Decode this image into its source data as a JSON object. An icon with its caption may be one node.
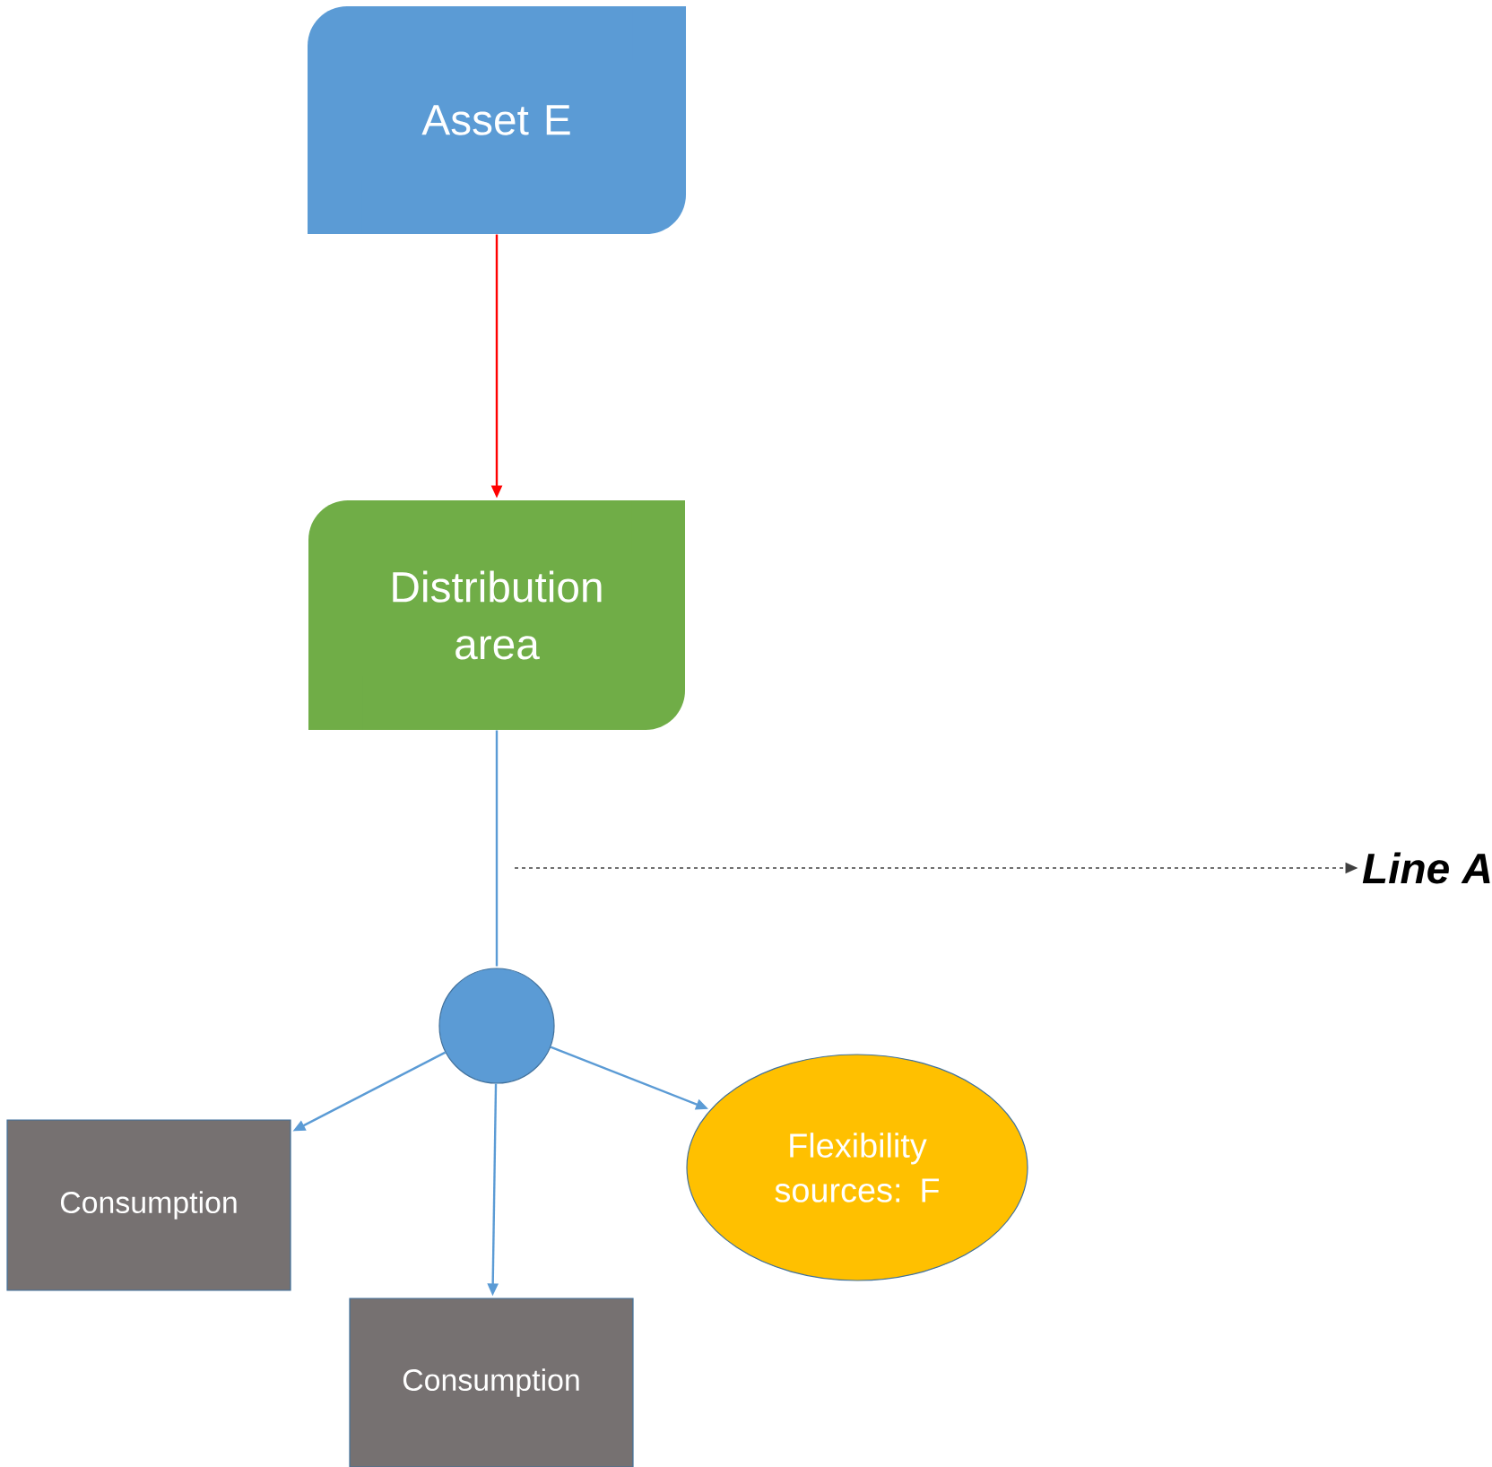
{
  "diagram": {
    "nodes": [
      {
        "text": [
          "Asset E"
        ]
      },
      {
        "text": [
          "Distribution area"
        ]
      },
      {
        "text": [
          "Line A"
        ]
      },
      {
        "text": [],
        "shape": "circle"
      },
      {
        "text": [
          "Consumption"
        ]
      },
      {
        "text": [
          "Flexibility sources: F"
        ]
      },
      {
        "text": [
          "Consumption"
        ]
      }
    ],
    "edges": [
      {
        "from": 0,
        "to": 1,
        "arrow": "to",
        "color": "#ff0000"
      },
      {
        "from": 1,
        "to": 3,
        "arrow": "none"
      },
      {
        "from": null,
        "to": 2,
        "arrow": "to",
        "style": "dashed",
        "color": "#404040"
      },
      {
        "from": 3,
        "to": 4,
        "arrow": "to"
      },
      {
        "from": 3,
        "to": 6,
        "arrow": "to"
      },
      {
        "from": 3,
        "to": 5,
        "arrow": "to"
      }
    ]
  }
}
